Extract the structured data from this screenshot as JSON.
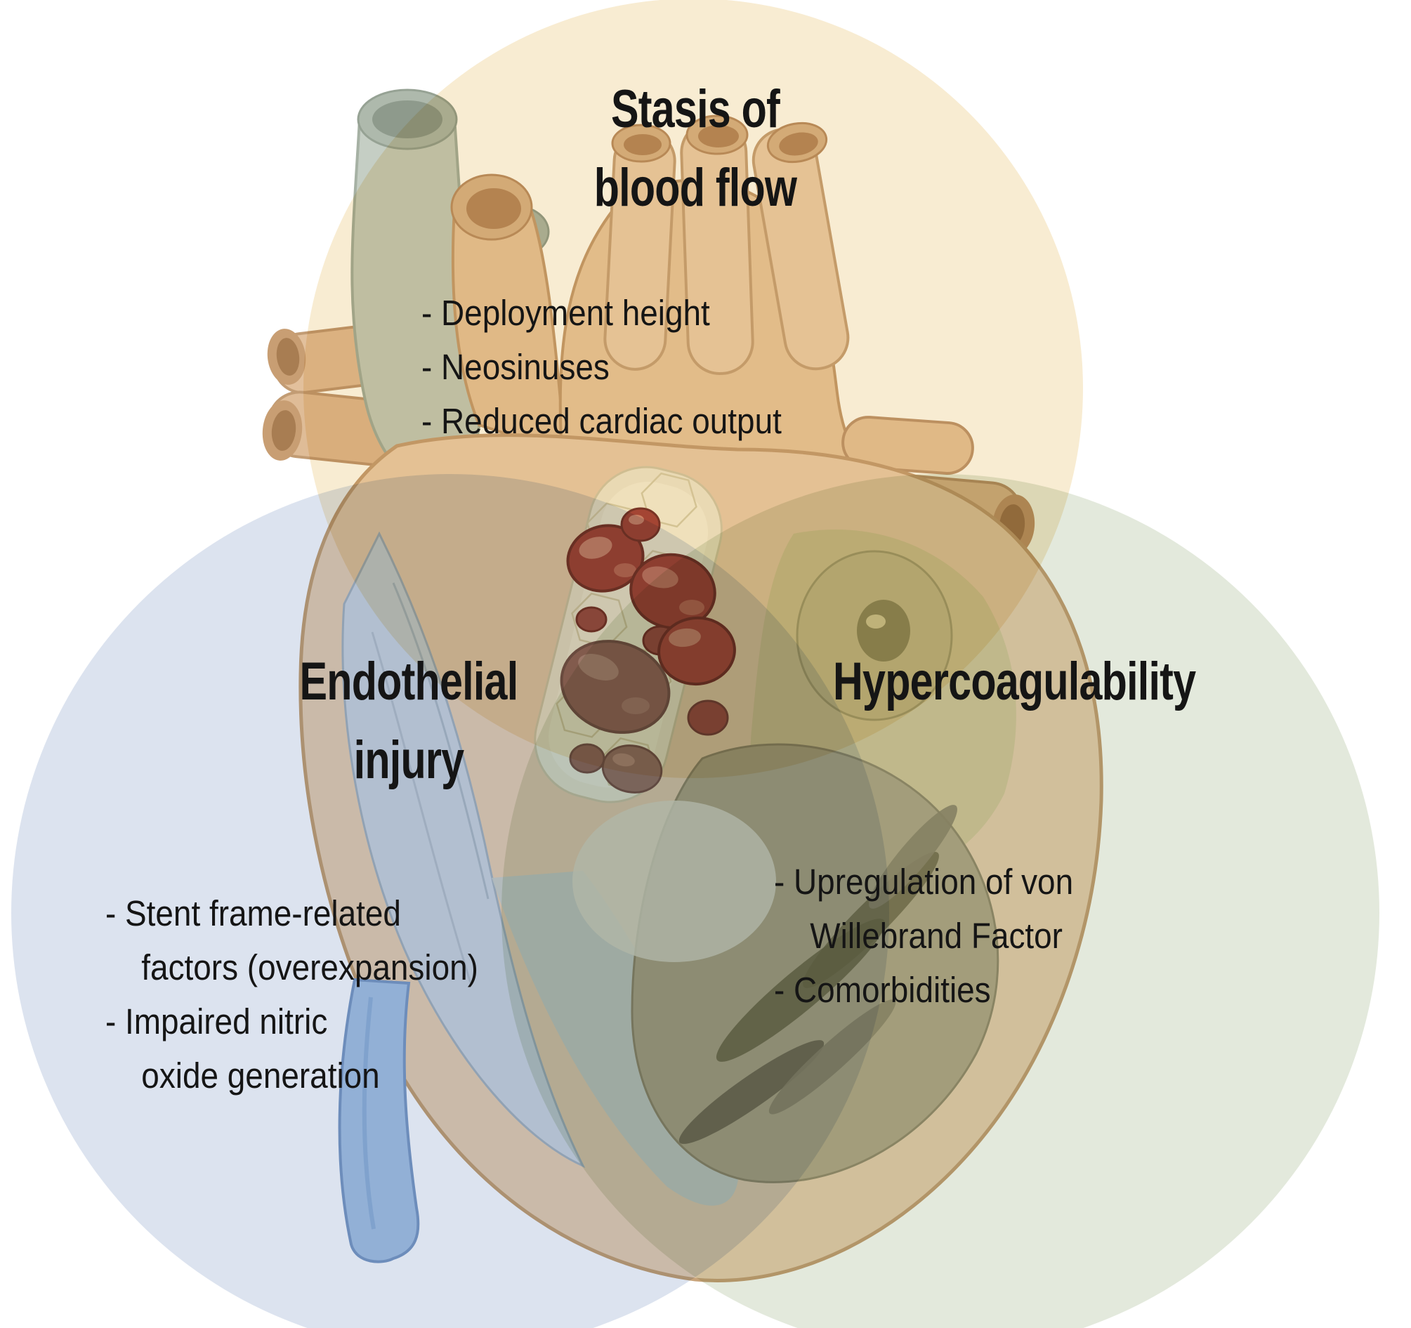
{
  "venn": {
    "blend_mode": "multiply",
    "circles": [
      {
        "label": "Stasis of blood flow",
        "color": "#f8ecd2",
        "title_lines": [
          "Stasis of",
          "blood flow"
        ],
        "bullets": [
          "Deployment height",
          "Neosinuses",
          "Reduced cardiac output"
        ]
      },
      {
        "label": "Endothelial injury",
        "color": "#dce3ef",
        "title_lines": [
          "Endothelial",
          "injury"
        ],
        "bullets": [
          "Stent frame-related factors (overexpansion)",
          "Impaired nitric oxide generation"
        ]
      },
      {
        "label": "Hypercoagulability",
        "color": "#e3e9dc",
        "title_lines": [
          "Hypercoagulability"
        ],
        "bullets": [
          "Upregulation of von Willebrand Factor",
          "Comorbidities"
        ]
      }
    ]
  },
  "lines": {
    "stasis_title_1": "Stasis of",
    "stasis_title_2": "blood flow",
    "stasis_b1": "- Deployment height",
    "stasis_b2": "- Neosinuses",
    "stasis_b3": "- Reduced cardiac output",
    "endo_title_1": "Endothelial",
    "endo_title_2": "injury",
    "endo_b1": "- Stent frame-related",
    "endo_b2": "factors (overexpansion)",
    "endo_b3": "- Impaired nitric",
    "endo_b4": "oxide generation",
    "hyper_title_1": "Hypercoagulability",
    "hyper_b1": "- Upregulation of von",
    "hyper_b2": "Willebrand Factor",
    "hyper_b3": "- Comorbidities"
  },
  "illustration": {
    "name": "cutaway-heart-with-valve-thrombus",
    "thrombus_color": "#a94a3d",
    "text_color": "#151515"
  }
}
